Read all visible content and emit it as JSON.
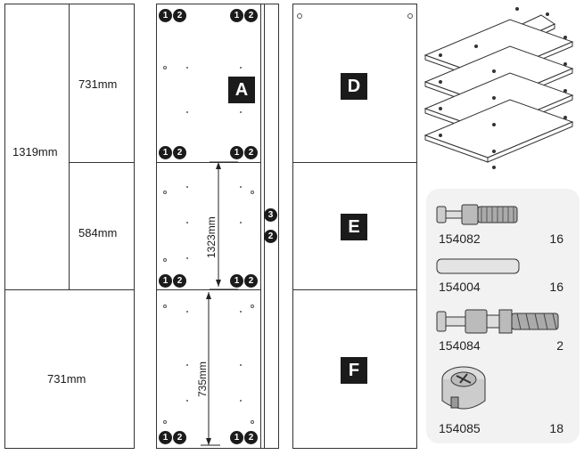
{
  "left_panel": {
    "dim_total": "1319mm",
    "dim_top": "731mm",
    "dim_middle": "584mm",
    "dim_bottom": "731mm"
  },
  "panel_a": {
    "label": "A",
    "dim_upper": "1323mm",
    "dim_lower": "735mm",
    "markers": [
      "1",
      "2",
      "3"
    ]
  },
  "right_panel": {
    "labels": [
      "D",
      "E",
      "F"
    ]
  },
  "parts": [
    {
      "code": "154082",
      "qty": "16",
      "icon": "cam-dowel-icon"
    },
    {
      "code": "154004",
      "qty": "16",
      "icon": "wood-dowel-icon"
    },
    {
      "code": "154084",
      "qty": "2",
      "icon": "long-cam-dowel-icon"
    },
    {
      "code": "154085",
      "qty": "18",
      "icon": "cam-lock-icon"
    }
  ]
}
